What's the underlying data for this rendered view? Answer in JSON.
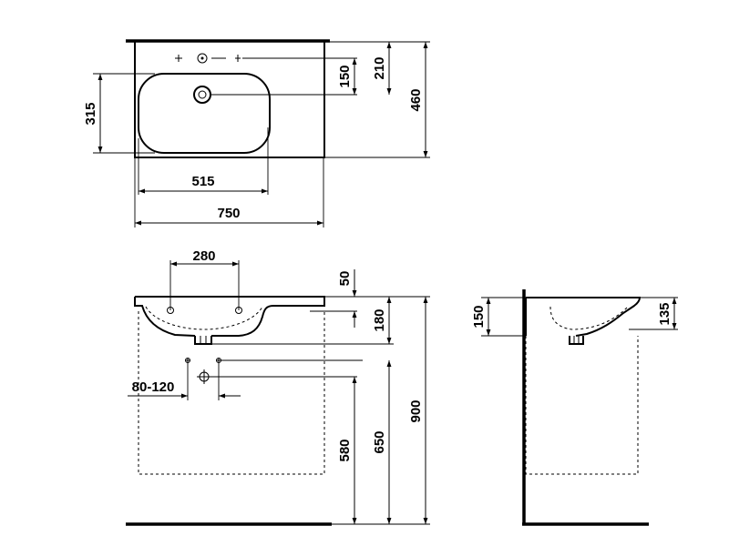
{
  "dimensions": {
    "top_view": {
      "overall_width": "750",
      "bowl_width": "515",
      "bowl_depth": "315",
      "tap_hole_offset_a": "150",
      "tap_hole_offset_b": "210",
      "overall_depth": "460"
    },
    "front_view": {
      "tap_spacing": "280",
      "rim_height": "50",
      "basin_depth": "180",
      "waste_spacing": "80-120",
      "waste_height": "580",
      "trap_height": "650",
      "install_height": "900"
    },
    "side_view": {
      "basin_height": "150",
      "bowl_depth": "135"
    }
  }
}
